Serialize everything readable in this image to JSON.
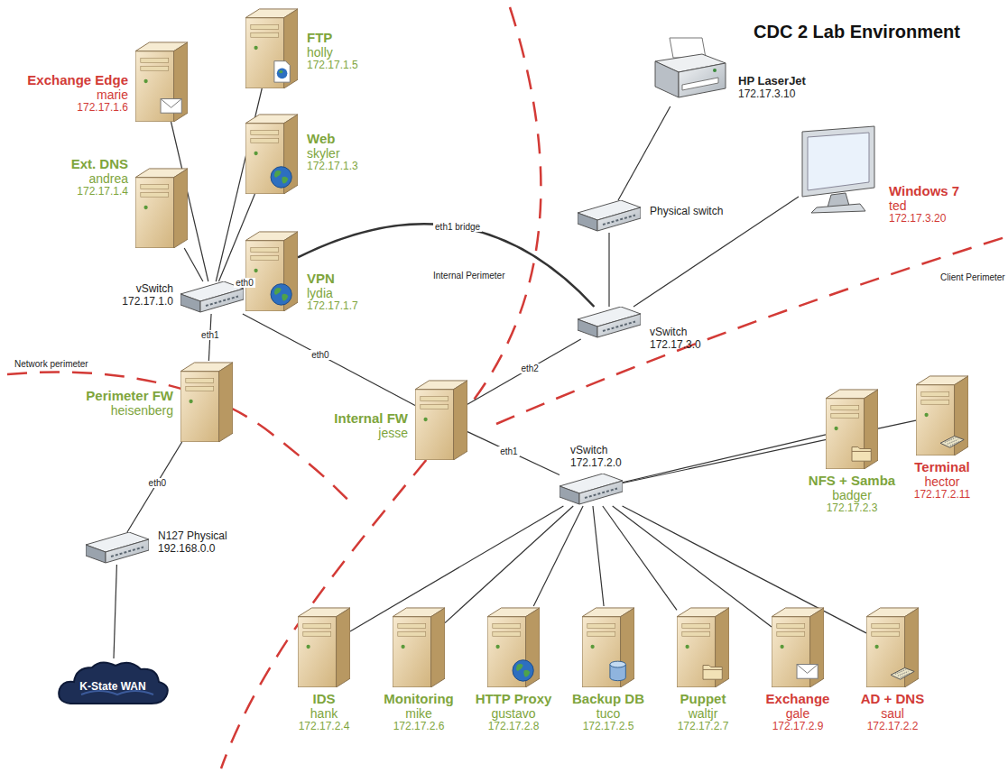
{
  "diagram": {
    "title": "CDC 2 Lab Environment",
    "nodes": [
      {
        "text": [
          "Exchange Edge",
          "marie",
          "172.17.1.6"
        ]
      },
      {
        "text": [
          "FTP",
          "holly",
          "172.17.1.5"
        ]
      },
      {
        "text": [
          "Web",
          "skyler",
          "172.17.1.3"
        ]
      },
      {
        "text": [
          "Ext. DNS",
          "andrea",
          "172.17.1.4"
        ]
      },
      {
        "text": [
          "VPN",
          "lydia",
          "172.17.1.7"
        ]
      },
      {
        "text": [
          "vSwitch",
          "172.17.1.0"
        ]
      },
      {
        "text": [
          "Perimeter FW",
          "heisenberg"
        ]
      },
      {
        "text": [
          "N127 Physical",
          "192.168.0.0"
        ]
      },
      {
        "text": [
          "K-State WAN"
        ]
      },
      {
        "text": [
          "Internal FW",
          "jesse"
        ]
      },
      {
        "text": [
          "HP LaserJet",
          "172.17.3.10"
        ]
      },
      {
        "text": [
          "Physical switch"
        ]
      },
      {
        "text": [
          "Windows 7",
          "ted",
          "172.17.3.20"
        ]
      },
      {
        "text": [
          "vSwitch",
          "172.17.3.0"
        ]
      },
      {
        "text": [
          "vSwitch",
          "172.17.2.0"
        ]
      },
      {
        "text": [
          "NFS + Samba",
          "badger",
          "172.17.2.3"
        ]
      },
      {
        "text": [
          "Terminal",
          "hector",
          "172.17.2.11"
        ]
      },
      {
        "text": [
          "IDS",
          "hank",
          "172.17.2.4"
        ]
      },
      {
        "text": [
          "Monitoring",
          "mike",
          "172.17.2.6"
        ]
      },
      {
        "text": [
          "HTTP Proxy",
          "gustavo",
          "172.17.2.8"
        ]
      },
      {
        "text": [
          "Backup DB",
          "tuco",
          "172.17.2.5"
        ]
      },
      {
        "text": [
          "Puppet",
          "waltjr",
          "172.17.2.7"
        ]
      },
      {
        "text": [
          "Exchange",
          "gale",
          "172.17.2.9"
        ]
      },
      {
        "text": [
          "AD + DNS",
          "saul",
          "172.17.2.2"
        ]
      }
    ],
    "edges": [
      {
        "from": 5,
        "to": 0,
        "arrow": "none"
      },
      {
        "from": 5,
        "to": 1,
        "arrow": "none"
      },
      {
        "from": 5,
        "to": 2,
        "arrow": "none"
      },
      {
        "from": 5,
        "to": 3,
        "arrow": "none"
      },
      {
        "from": 5,
        "to": 4,
        "label": "eth0",
        "arrow": "none"
      },
      {
        "from": 5,
        "to": 6,
        "label": "eth1",
        "arrow": "none"
      },
      {
        "from": 6,
        "to": 7,
        "label": "eth0",
        "arrow": "none"
      },
      {
        "from": 7,
        "to": 8,
        "arrow": "none"
      },
      {
        "from": 9,
        "to": 5,
        "label": "eth0",
        "arrow": "none"
      },
      {
        "from": 4,
        "to": 13,
        "label": "eth1 bridge",
        "arrow": "none"
      },
      {
        "from": 9,
        "to": 13,
        "label": "eth2",
        "arrow": "none"
      },
      {
        "from": 9,
        "to": 14,
        "label": "eth1",
        "arrow": "none"
      },
      {
        "from": 13,
        "to": 11,
        "arrow": "none"
      },
      {
        "from": 11,
        "to": 10,
        "arrow": "none"
      },
      {
        "from": 13,
        "to": 12,
        "arrow": "none"
      },
      {
        "from": 14,
        "to": 15,
        "arrow": "none"
      },
      {
        "from": 14,
        "to": 16,
        "arrow": "none"
      },
      {
        "from": 14,
        "to": 17,
        "arrow": "none"
      },
      {
        "from": 14,
        "to": 18,
        "arrow": "none"
      },
      {
        "from": 14,
        "to": 19,
        "arrow": "none"
      },
      {
        "from": 14,
        "to": 20,
        "arrow": "none"
      },
      {
        "from": 14,
        "to": 21,
        "arrow": "none"
      },
      {
        "from": 14,
        "to": 22,
        "arrow": "none"
      },
      {
        "from": 14,
        "to": 23,
        "arrow": "none"
      }
    ],
    "labels": [
      "Network perimeter",
      "Internal Perimeter",
      "Client Perimeter"
    ]
  }
}
